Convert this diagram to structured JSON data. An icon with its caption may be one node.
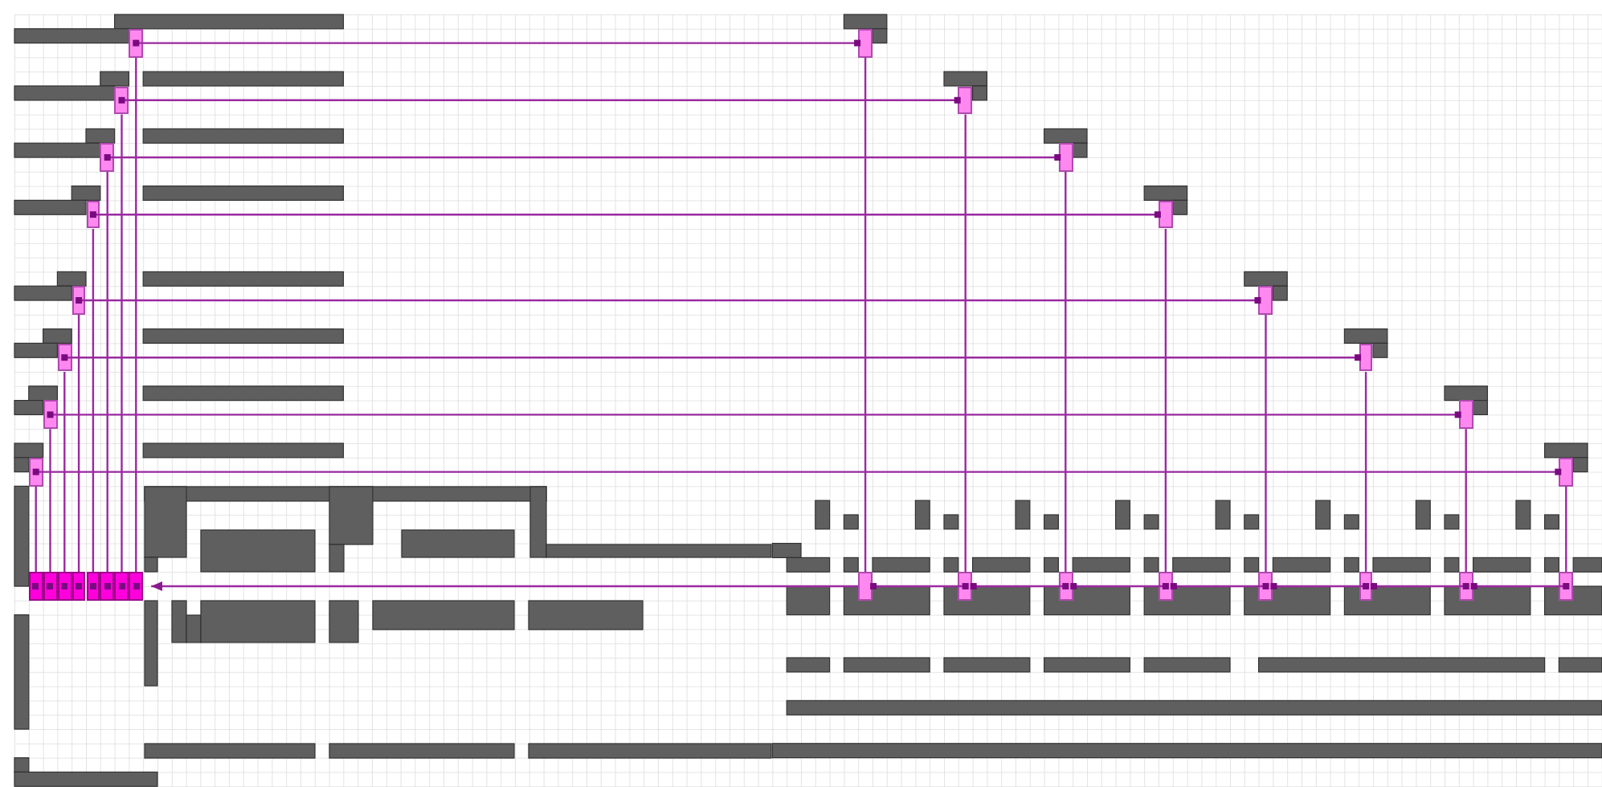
{
  "diagram": {
    "nodes": [
      {
        "text": [],
        "shape": "box"
      },
      {
        "text": [],
        "shape": "box"
      },
      {
        "text": [],
        "shape": "box"
      },
      {
        "text": [],
        "shape": "box"
      },
      {
        "text": [],
        "shape": "box"
      },
      {
        "text": [],
        "shape": "box"
      },
      {
        "text": [],
        "shape": "box"
      },
      {
        "text": [],
        "shape": "box"
      },
      {
        "text": [],
        "shape": "box"
      },
      {
        "text": [],
        "shape": "box"
      },
      {
        "text": [],
        "shape": "box"
      },
      {
        "text": [],
        "shape": "box"
      },
      {
        "text": [],
        "shape": "box"
      },
      {
        "text": [],
        "shape": "box"
      },
      {
        "text": [],
        "shape": "box"
      },
      {
        "text": [],
        "shape": "box"
      },
      {
        "text": [],
        "shape": "box"
      },
      {
        "text": [],
        "shape": "box"
      },
      {
        "text": [],
        "shape": "box"
      },
      {
        "text": [],
        "shape": "box"
      },
      {
        "text": [],
        "shape": "box"
      },
      {
        "text": [],
        "shape": "box"
      },
      {
        "text": [],
        "shape": "box"
      },
      {
        "text": [],
        "shape": "box"
      },
      {
        "text": [],
        "shape": "box"
      },
      {
        "text": [],
        "shape": "box"
      },
      {
        "text": [],
        "shape": "box"
      },
      {
        "text": [],
        "shape": "box"
      },
      {
        "text": [],
        "shape": "box"
      },
      {
        "text": [],
        "shape": "box"
      },
      {
        "text": [],
        "shape": "box"
      },
      {
        "text": [],
        "shape": "box"
      }
    ],
    "edges": [
      {
        "from": 0,
        "to": 1,
        "arrow": "other"
      },
      {
        "from": 2,
        "to": 3,
        "arrow": "other"
      },
      {
        "from": 4,
        "to": 5,
        "arrow": "other"
      },
      {
        "from": 6,
        "to": 7,
        "arrow": "other"
      },
      {
        "from": 8,
        "to": 9,
        "arrow": "other"
      },
      {
        "from": 10,
        "to": 11,
        "arrow": "other"
      },
      {
        "from": 12,
        "to": 13,
        "arrow": "other"
      },
      {
        "from": 14,
        "to": 15,
        "arrow": "other"
      },
      {
        "from": 1,
        "to": 24,
        "arrow": "none"
      },
      {
        "from": 3,
        "to": 25,
        "arrow": "none"
      },
      {
        "from": 5,
        "to": 26,
        "arrow": "none"
      },
      {
        "from": 7,
        "to": 27,
        "arrow": "none"
      },
      {
        "from": 9,
        "to": 28,
        "arrow": "none"
      },
      {
        "from": 11,
        "to": 29,
        "arrow": "none"
      },
      {
        "from": 13,
        "to": 30,
        "arrow": "none"
      },
      {
        "from": 15,
        "to": 31,
        "arrow": "none"
      },
      {
        "from": 0,
        "to": 23,
        "arrow": "none"
      },
      {
        "from": 2,
        "to": 22,
        "arrow": "none"
      },
      {
        "from": 4,
        "to": 21,
        "arrow": "none"
      },
      {
        "from": 6,
        "to": 20,
        "arrow": "none"
      },
      {
        "from": 8,
        "to": 19,
        "arrow": "none"
      },
      {
        "from": 10,
        "to": 18,
        "arrow": "none"
      },
      {
        "from": 12,
        "to": 17,
        "arrow": "none"
      },
      {
        "from": 14,
        "to": 16,
        "arrow": "none"
      },
      {
        "from": 25,
        "to": 24,
        "arrow": "other"
      },
      {
        "from": 26,
        "to": 25,
        "arrow": "other"
      },
      {
        "from": 27,
        "to": 26,
        "arrow": "other"
      },
      {
        "from": 28,
        "to": 27,
        "arrow": "other"
      },
      {
        "from": 29,
        "to": 28,
        "arrow": "other"
      },
      {
        "from": 30,
        "to": 29,
        "arrow": "other"
      },
      {
        "from": 31,
        "to": 30,
        "arrow": "other"
      },
      {
        "from": 24,
        "to": 23,
        "arrow": "to"
      }
    ]
  }
}
